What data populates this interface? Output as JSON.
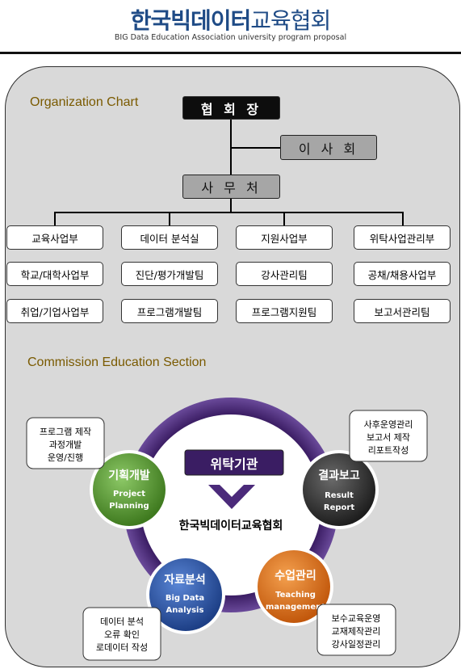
{
  "header": {
    "title_bold": "한국빅데이터",
    "title_light": "교육협회",
    "subtitle": "BIG Data Education Association university program proposal"
  },
  "org": {
    "section_label": "Organization Chart",
    "president": "협 회 장",
    "board": "이 사 회",
    "secretariat": "사 무 처",
    "columns": [
      {
        "items": [
          "교육사업부",
          "학교/대학사업부",
          "취업/기업사업부"
        ]
      },
      {
        "items": [
          "데이터 분석실",
          "진단/평가개발팀",
          "프로그램개발팀"
        ]
      },
      {
        "items": [
          "지원사업부",
          "강사관리팀",
          "프로그램지원팀"
        ]
      },
      {
        "items": [
          "위탁사업관리부",
          "공채/채용사업부",
          "보고서관리팀"
        ]
      }
    ]
  },
  "commission": {
    "section_label": "Commission Education Section",
    "center_title": "위탁기관",
    "center_org": "한국빅데이터교육협회",
    "nodes": [
      {
        "title": "기획개발",
        "sub1": "Project",
        "sub2": "Planning",
        "color": "#5a9a30",
        "notes": [
          "프로그램 제작",
          "과정개발",
          "운영/진행"
        ]
      },
      {
        "title": "결과보고",
        "sub1": "Result",
        "sub2": "Report",
        "color": "#3a3a3a",
        "notes": [
          "사후운영관리",
          "보고서 제작",
          "리포트작성"
        ]
      },
      {
        "title": "자료분석",
        "sub1": "Big Data",
        "sub2": "Analysis",
        "color": "#2e56a8",
        "notes": [
          "데이터 분석",
          "오류 확인",
          "로데이터 작성"
        ]
      },
      {
        "title": "수업관리",
        "sub1": "Teaching",
        "sub2": "management",
        "color": "#e0741c",
        "notes": [
          "보수교육운영",
          "교재제작관리",
          "강사일정관리"
        ]
      }
    ]
  },
  "colors": {
    "brand": "#1f4b86",
    "label": "#7a5a00",
    "ring": "#4b2a7a"
  }
}
